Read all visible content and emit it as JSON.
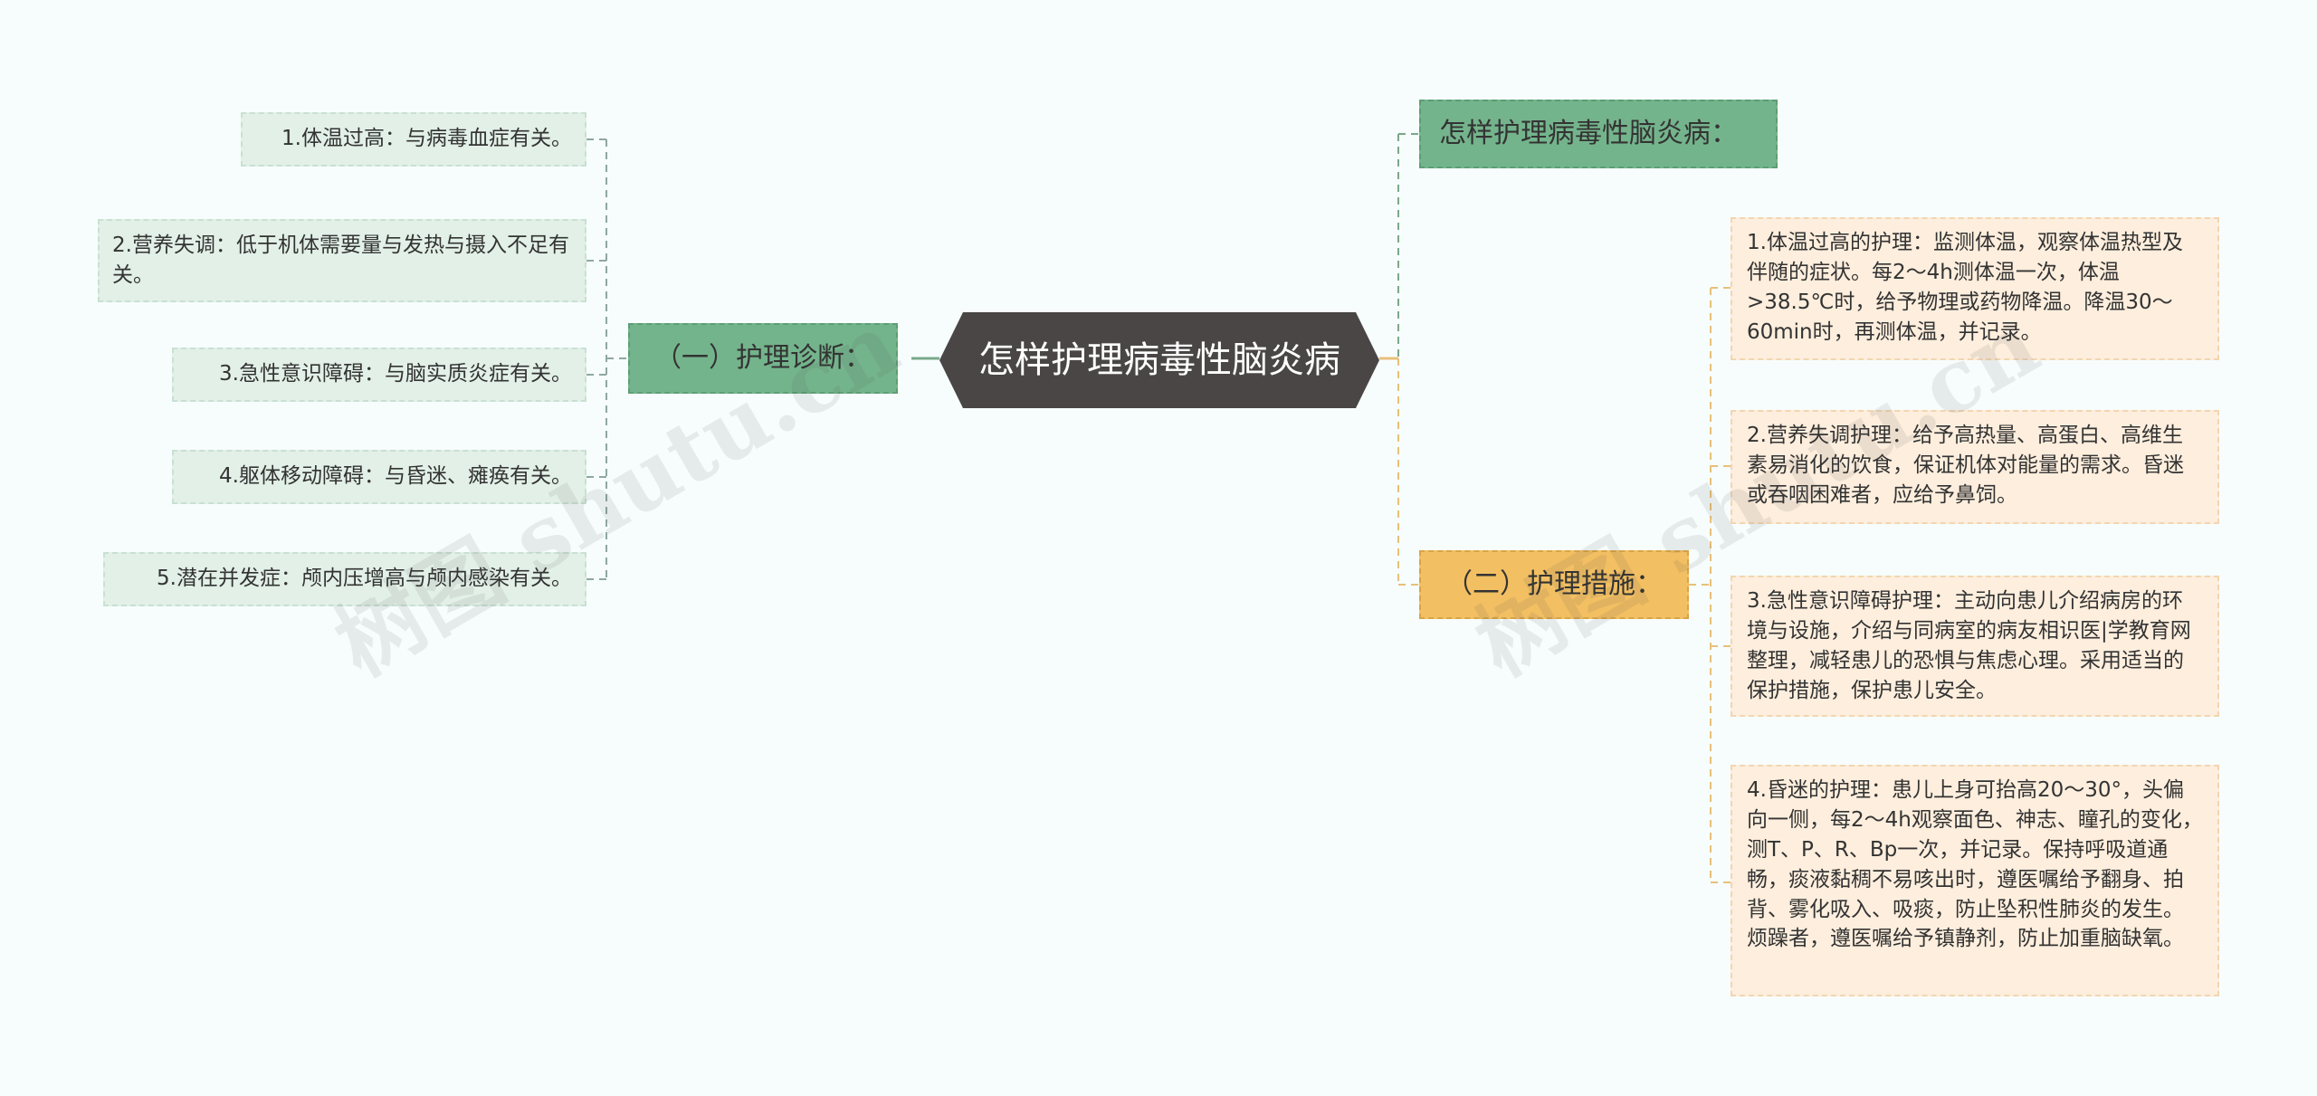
{
  "central": {
    "title": "怎样护理病毒性脑炎病"
  },
  "left_branch": {
    "label": "（一）护理诊断：",
    "items": [
      "1.体温过高：与病毒血症有关。",
      "2.营养失调：低于机体需要量与发热与摄入不足有关。",
      "3.急性意识障碍：与脑实质炎症有关。",
      "4.躯体移动障碍：与昏迷、瘫痪有关。",
      "5.潜在并发症：颅内压增高与颅内感染有关。"
    ]
  },
  "right_top_branch": {
    "label": "怎样护理病毒性脑炎病："
  },
  "right_branch": {
    "label": "（二）护理措施：",
    "items": [
      "1.体温过高的护理：监测体温，观察体温热型及伴随的症状。每2～4h测体温一次，体温>38.5℃时，给予物理或药物降温。降温30～60min时，再测体温，并记录。",
      "2.营养失调护理：给予高热量、高蛋白、高维生素易消化的饮食，保证机体对能量的需求。昏迷或吞咽困难者，应给予鼻饲。",
      "3.急性意识障碍护理：主动向患儿介绍病房的环境与设施，介绍与同病室的病友相识医|学教育网整理，减轻患儿的恐惧与焦虑心理。采用适当的保护措施，保护患儿安全。",
      "4.昏迷的护理：患儿上身可抬高20～30°，头偏向一侧，每2～4h观察面色、神志、瞳孔的变化，测T、P、R、Bp一次，并记录。保持呼吸道通畅，痰液黏稠不易咳出时，遵医嘱给予翻身、拍背、雾化吸入、吸痰，防止坠积性肺炎的发生。烦躁者，遵医嘱给予镇静剂，防止加重脑缺氧。"
    ]
  },
  "watermark": "树图 shutu.cn",
  "colors": {
    "background": "#f7fdfd",
    "central": "#4a4646",
    "green_branch": "#74b48c",
    "green_leaf": "#e2f0e7",
    "orange_branch": "#f2bf62",
    "orange_leaf": "#fdeedd",
    "green_line": "#7aa98a",
    "orange_line": "#e8c07a"
  }
}
